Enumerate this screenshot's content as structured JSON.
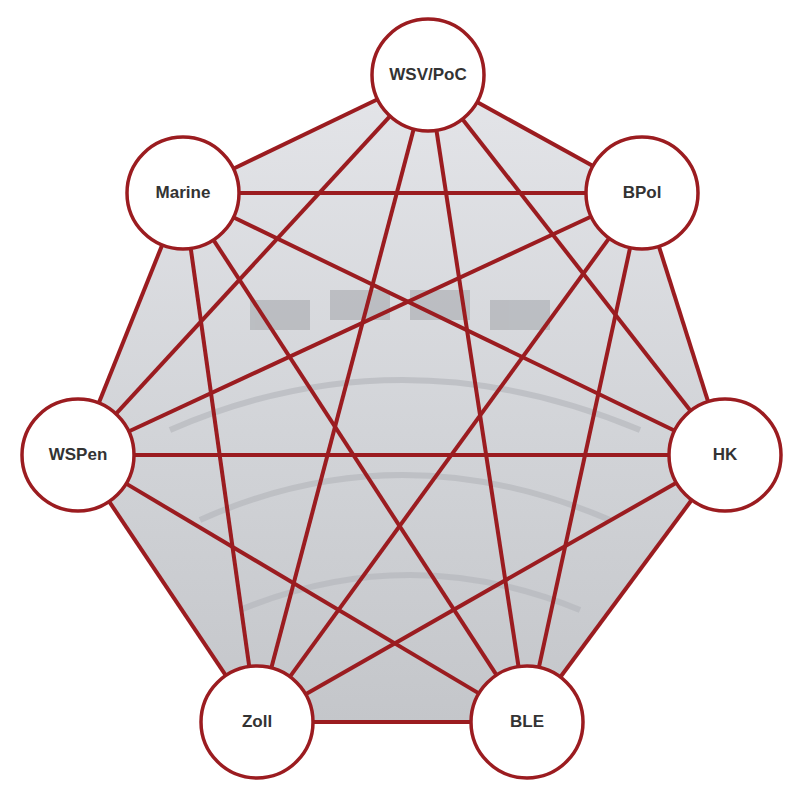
{
  "diagram": {
    "nodes": [
      {
        "text": [
          "WSV/PoC"
        ]
      },
      {
        "text": [
          "Marine"
        ]
      },
      {
        "text": [
          "BPol"
        ]
      },
      {
        "text": [
          "WSPen"
        ]
      },
      {
        "text": [
          "HK"
        ]
      },
      {
        "text": [
          "Zoll"
        ]
      },
      {
        "text": [
          "BLE"
        ]
      }
    ],
    "edges": [
      {
        "from": 0,
        "to": 1,
        "arrow": "none"
      },
      {
        "from": 0,
        "to": 2,
        "arrow": "none"
      },
      {
        "from": 0,
        "to": 3,
        "arrow": "none"
      },
      {
        "from": 0,
        "to": 4,
        "arrow": "none"
      },
      {
        "from": 0,
        "to": 5,
        "arrow": "none"
      },
      {
        "from": 0,
        "to": 6,
        "arrow": "none"
      },
      {
        "from": 1,
        "to": 2,
        "arrow": "none"
      },
      {
        "from": 1,
        "to": 3,
        "arrow": "none"
      },
      {
        "from": 1,
        "to": 4,
        "arrow": "none"
      },
      {
        "from": 1,
        "to": 5,
        "arrow": "none"
      },
      {
        "from": 1,
        "to": 6,
        "arrow": "none"
      },
      {
        "from": 2,
        "to": 3,
        "arrow": "none"
      },
      {
        "from": 2,
        "to": 4,
        "arrow": "none"
      },
      {
        "from": 2,
        "to": 5,
        "arrow": "none"
      },
      {
        "from": 2,
        "to": 6,
        "arrow": "none"
      },
      {
        "from": 3,
        "to": 4,
        "arrow": "none"
      },
      {
        "from": 3,
        "to": 5,
        "arrow": "none"
      },
      {
        "from": 3,
        "to": 6,
        "arrow": "none"
      },
      {
        "from": 4,
        "to": 5,
        "arrow": "none"
      },
      {
        "from": 4,
        "to": 6,
        "arrow": "none"
      },
      {
        "from": 5,
        "to": 6,
        "arrow": "none"
      }
    ]
  }
}
